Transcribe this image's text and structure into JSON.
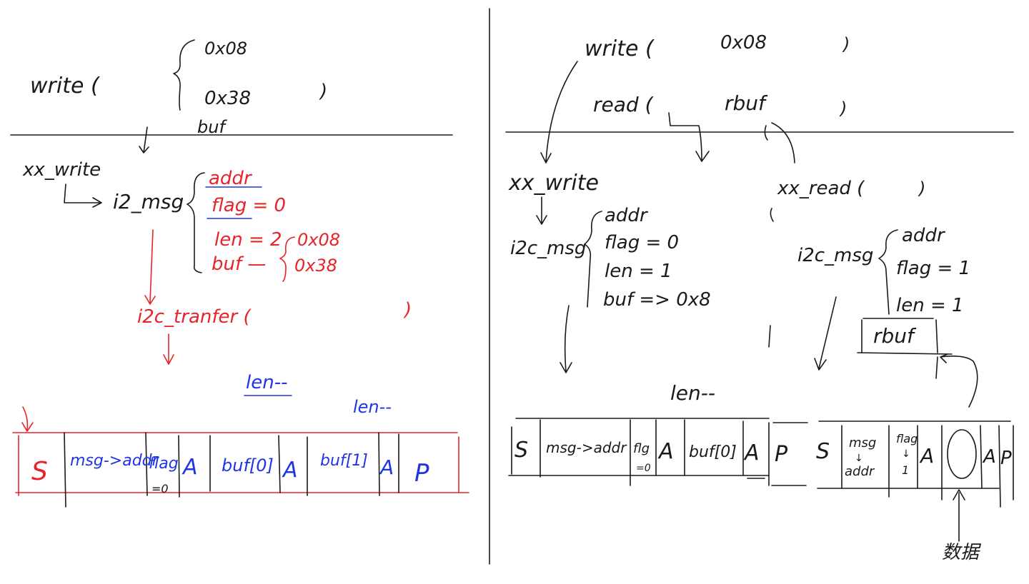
{
  "left": {
    "top": {
      "call": "write (",
      "brace_top": "0x08",
      "brace_bottom": "0x38",
      "close": ")",
      "buf": "buf"
    },
    "xx_write": "xx_write",
    "i2c_msg": "i2_msg",
    "fields": {
      "addr": "addr",
      "flag": "flag = 0",
      "len": "len = 2",
      "buf": "buf —",
      "val1": "0x08",
      "val2": "0x38"
    },
    "transfer": "i2c_tranfer (",
    "transfer_close": ")",
    "len_dec_1": "len--",
    "len_dec_2": "len--",
    "frame": [
      "S",
      "msg->addr",
      "flag",
      "=0",
      "A",
      "buf[0]",
      "A",
      "buf[1]",
      "A",
      "P"
    ]
  },
  "right": {
    "top": {
      "write": "write (",
      "write_val": "0x08",
      "write_close": ")",
      "read": "read (",
      "read_val": "rbuf",
      "read_close": ")"
    },
    "xx_write": "xx_write",
    "xx_read": "xx_read (",
    "xx_read_close": ")",
    "write_msg": {
      "label": "i2c_msg",
      "addr": "addr",
      "flag": "flag = 0",
      "len": "len = 1",
      "buf": "buf => 0x8"
    },
    "read_msg": {
      "label": "i2c_msg",
      "addr": "addr",
      "flag": "flag = 1",
      "len": "len = 1",
      "buf": "rbuf"
    },
    "len_dec": "len--",
    "write_frame": [
      "S",
      "msg->addr",
      "flg",
      "=0",
      "A",
      "buf[0]",
      "A",
      "P"
    ],
    "read_frame": [
      "S",
      "msg",
      "↓",
      "addr",
      "flag",
      "↓",
      "1",
      "A",
      "A",
      "P"
    ],
    "read_note": "数据"
  }
}
